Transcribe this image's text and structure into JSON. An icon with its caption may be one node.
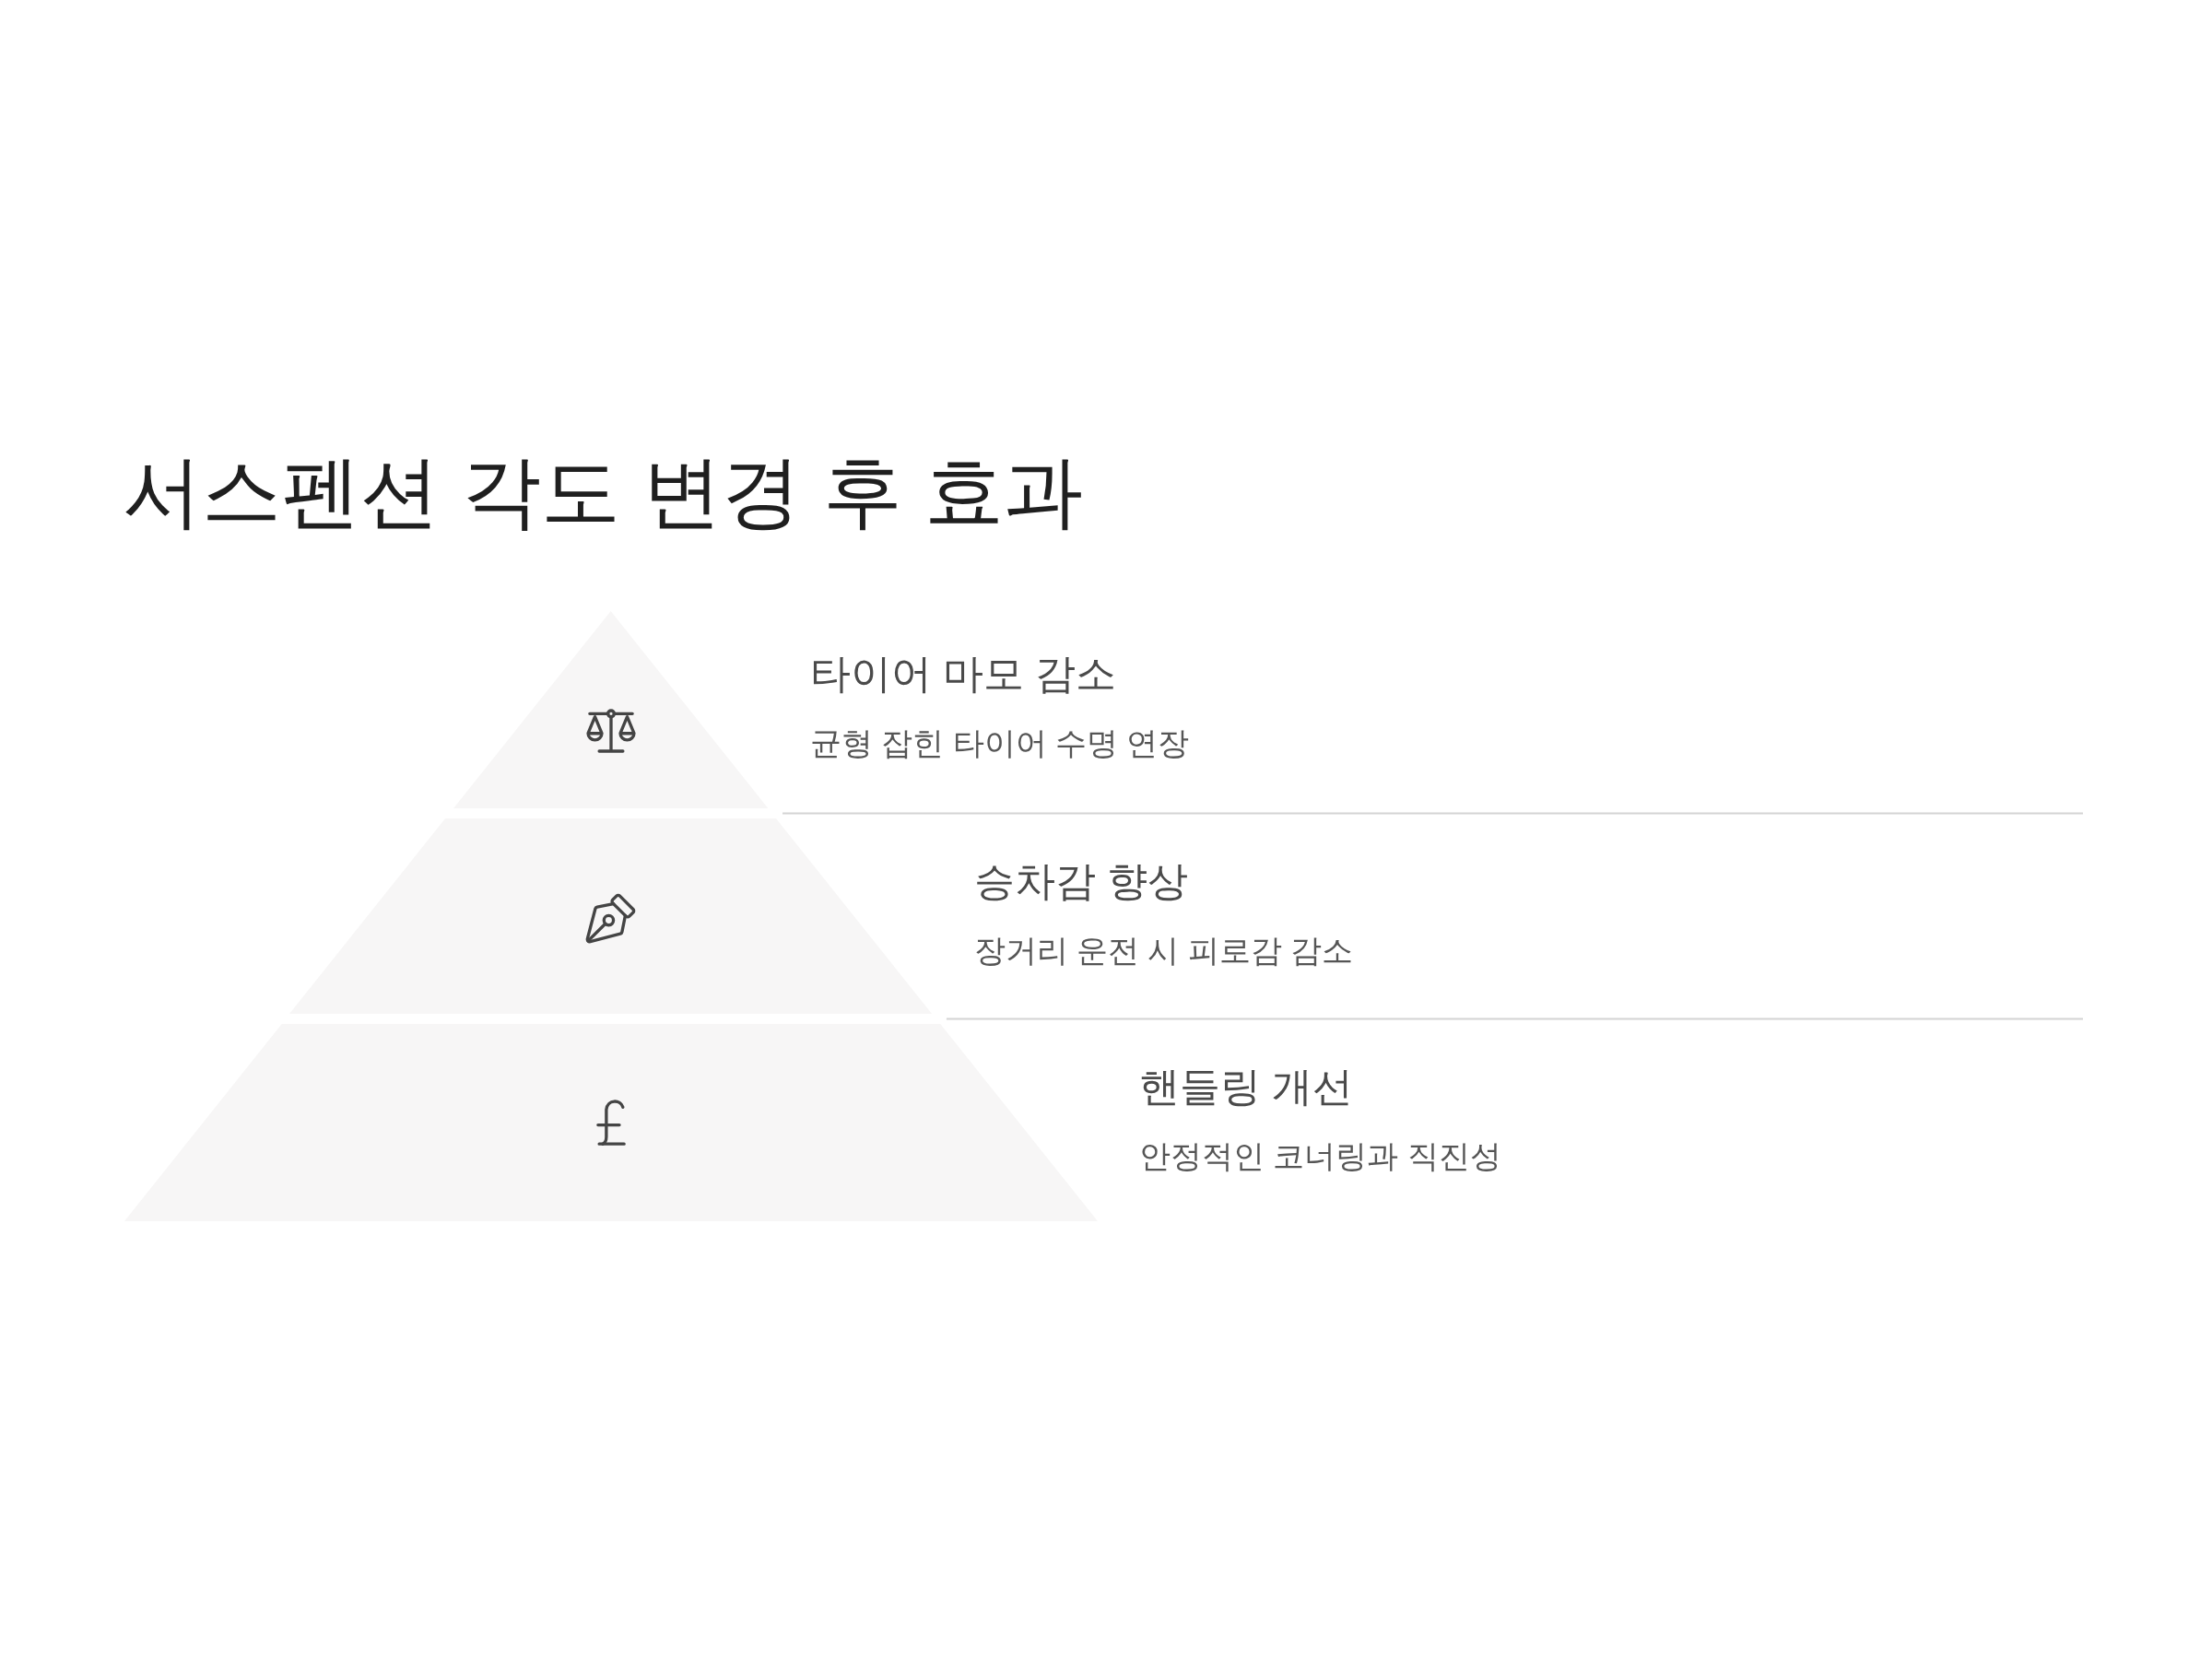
{
  "diagram": {
    "title": "서스펜션 각도 변경 후 효과",
    "nodes": [
      {
        "text": [
          "타이어 마모 감소",
          "균형 잡힌 타이어 수명 연장"
        ]
      },
      {
        "text": [
          "승차감 향상",
          "장거리 운전 시 피로감 감소"
        ]
      },
      {
        "text": [
          "핸들링 개선",
          "안정적인 코너링과 직진성"
        ]
      }
    ]
  }
}
